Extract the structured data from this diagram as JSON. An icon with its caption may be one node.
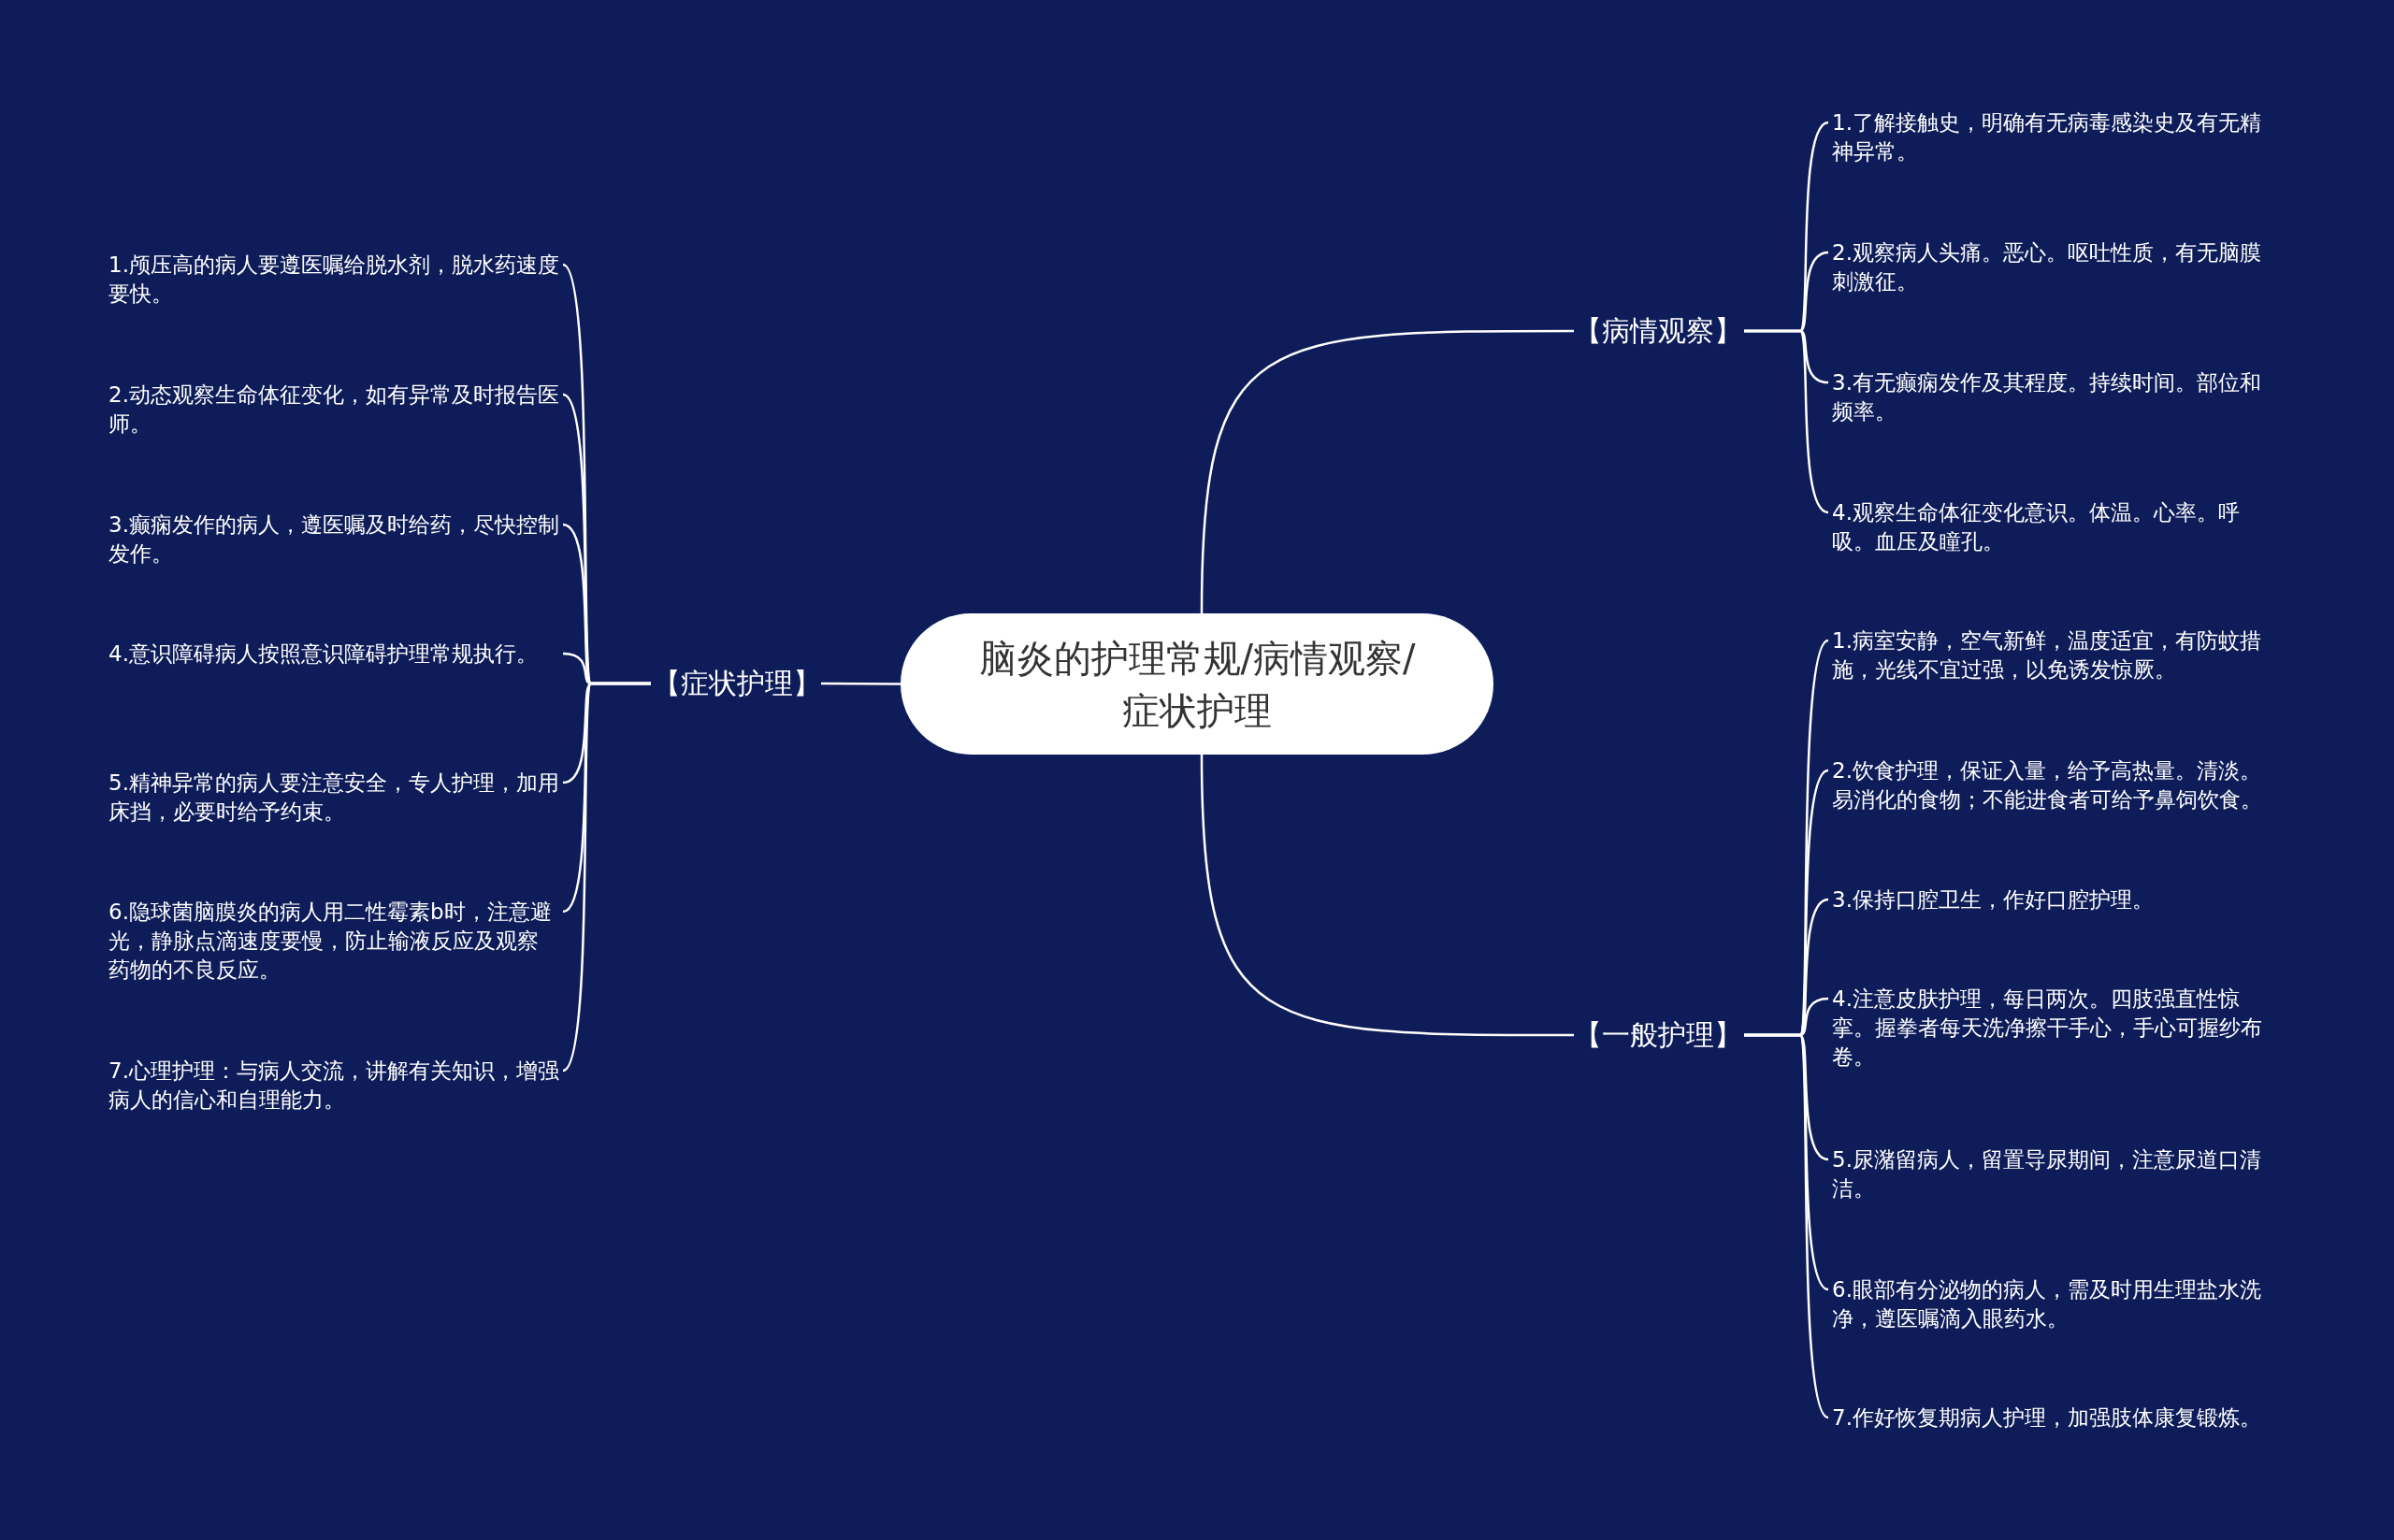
{
  "diagram": {
    "nodes": [
      {
        "text": [
          "脑炎的护理常规/病情观察/症状护理"
        ]
      },
      {
        "text": [
          "【症状护理】"
        ]
      },
      {
        "text": [
          "1.颅压高的病人要遵医嘱给脱水剂，脱水药速度要快。"
        ]
      },
      {
        "text": [
          "2.动态观察生命体征变化，如有异常及时报告医师。"
        ]
      },
      {
        "text": [
          "3.癫痫发作的病人，遵医嘱及时给药，尽快控制发作。"
        ]
      },
      {
        "text": [
          "4.意识障碍病人按照意识障碍护理常规执行。"
        ]
      },
      {
        "text": [
          "5.精神异常的病人要注意安全，专人护理，加用床挡，必要时给予约束。"
        ]
      },
      {
        "text": [
          "6.隐球菌脑膜炎的病人用二性霉素b时，注意避光，静脉点滴速度要慢，防止输液反应及观察药物的不良反应。"
        ]
      },
      {
        "text": [
          "7.心理护理：与病人交流，讲解有关知识，增强病人的信心和自理能力。"
        ]
      },
      {
        "text": [
          "【病情观察】"
        ]
      },
      {
        "text": [
          "1.了解接触史，明确有无病毒感染史及有无精神异常。"
        ]
      },
      {
        "text": [
          "2.观察病人头痛。恶心。呕吐性质，有无脑膜刺激征。"
        ]
      },
      {
        "text": [
          "3.有无癫痫发作及其程度。持续时间。部位和频率。"
        ]
      },
      {
        "text": [
          "4.观察生命体征变化意识。体温。心率。呼吸。血压及瞳孔。"
        ]
      },
      {
        "text": [
          "【一般护理】"
        ]
      },
      {
        "text": [
          "1.病室安静，空气新鲜，温度适宜，有防蚊措施，光线不宜过强，以免诱发惊厥。"
        ]
      },
      {
        "text": [
          "2.饮食护理，保证入量，给予高热量。清淡。易消化的食物；不能进食者可给予鼻饲饮食。"
        ]
      },
      {
        "text": [
          "3.保持口腔卫生，作好口腔护理。"
        ]
      },
      {
        "text": [
          "4.注意皮肤护理，每日两次。四肢强直性惊挛。握拳者每天洗净擦干手心，手心可握纱布卷。"
        ]
      },
      {
        "text": [
          "5.尿潴留病人，留置导尿期间，注意尿道口清洁。"
        ]
      },
      {
        "text": [
          "6.眼部有分泌物的病人，需及时用生理盐水洗净，遵医嘱滴入眼药水。"
        ]
      },
      {
        "text": [
          "7.作好恢复期病人护理，加强肢体康复锻炼。"
        ]
      }
    ],
    "edges": [
      {
        "from": 0,
        "to": 1,
        "arrow": "none"
      },
      {
        "from": 1,
        "to": 2,
        "arrow": "none"
      },
      {
        "from": 1,
        "to": 3,
        "arrow": "none"
      },
      {
        "from": 1,
        "to": 4,
        "arrow": "none"
      },
      {
        "from": 1,
        "to": 5,
        "arrow": "none"
      },
      {
        "from": 1,
        "to": 6,
        "arrow": "none"
      },
      {
        "from": 1,
        "to": 7,
        "arrow": "none"
      },
      {
        "from": 1,
        "to": 8,
        "arrow": "none"
      },
      {
        "from": 0,
        "to": 9,
        "arrow": "none"
      },
      {
        "from": 9,
        "to": 10,
        "arrow": "none"
      },
      {
        "from": 9,
        "to": 11,
        "arrow": "none"
      },
      {
        "from": 9,
        "to": 12,
        "arrow": "none"
      },
      {
        "from": 9,
        "to": 13,
        "arrow": "none"
      },
      {
        "from": 0,
        "to": 14,
        "arrow": "none"
      },
      {
        "from": 14,
        "to": 15,
        "arrow": "none"
      },
      {
        "from": 14,
        "to": 16,
        "arrow": "none"
      },
      {
        "from": 14,
        "to": 17,
        "arrow": "none"
      },
      {
        "from": 14,
        "to": 18,
        "arrow": "none"
      },
      {
        "from": 14,
        "to": 19,
        "arrow": "none"
      },
      {
        "from": 14,
        "to": 20,
        "arrow": "none"
      },
      {
        "from": 14,
        "to": 21,
        "arrow": "none"
      }
    ]
  }
}
